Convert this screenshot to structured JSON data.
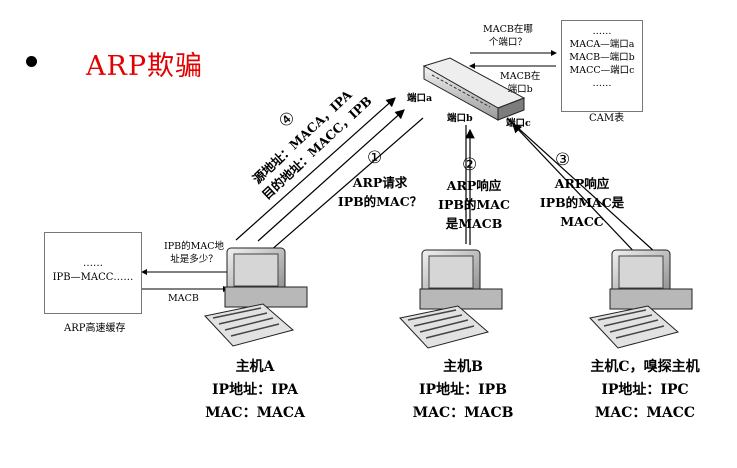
{
  "slide": {
    "bullet": "•",
    "title": "ARP欺骗"
  },
  "switch": {
    "port_a": "端口a",
    "port_b": "端口b",
    "port_c": "端口c"
  },
  "cam": {
    "query": [
      "MACB在哪",
      "个端口？"
    ],
    "reply": [
      "MACB在",
      "端口b"
    ],
    "rows": [
      "……",
      "MACA—端口a",
      "MACB—端口b",
      "MACC—端口c",
      "……"
    ],
    "caption": "CAM表"
  },
  "arp_cache": {
    "query": [
      "IPB的MAC地",
      "址是多少？"
    ],
    "reply": "MACB",
    "rows": [
      "……",
      "IPB—MACC……"
    ],
    "caption": "ARP高速缓存"
  },
  "step4": {
    "num": "④",
    "line1": "源地址：MACA，IPA",
    "line2": "目的地址：MACC，IPB"
  },
  "step1": {
    "num": "①",
    "line1": "ARP请求",
    "line2": "IPB的MAC？"
  },
  "step2": {
    "num": "②",
    "line1": "ARP响应",
    "line2": "IPB的MAC",
    "line3": "是MACB"
  },
  "step3": {
    "num": "③",
    "line1": "ARP响应",
    "line2": "IPB的MAC是MACC"
  },
  "hosts": [
    {
      "name": "主机A",
      "ip": "IP地址：IPA",
      "mac": "MAC：MACA"
    },
    {
      "name": "主机B",
      "ip": "IP地址：IPB",
      "mac": "MAC：MACB"
    },
    {
      "name": "主机C，嗅探主机",
      "ip": "IP地址：IPC",
      "mac": "MAC：MACC"
    }
  ]
}
